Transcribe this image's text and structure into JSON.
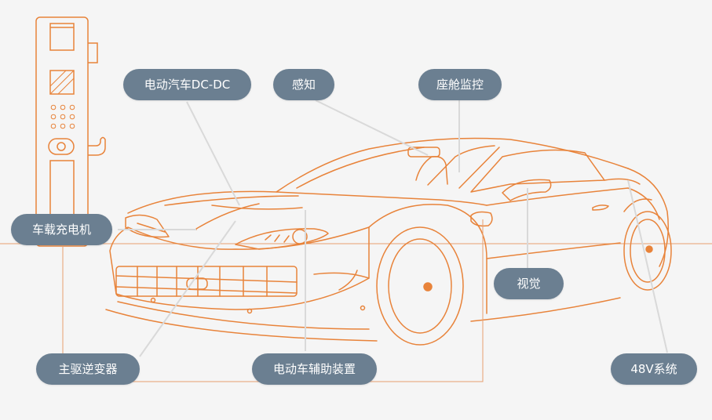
{
  "labels": {
    "dcdc": "电动汽车DC-DC",
    "sensing": "感知",
    "cabin": "座舱监控",
    "obc": "车载充电机",
    "vision": "视觉",
    "inverter": "主驱逆变器",
    "aux": "电动车辅助装置",
    "v48": "48V系统"
  },
  "colors": {
    "background": "#f5f5f5",
    "car_outline": "#e8833a",
    "label_fill": "#6b7f91",
    "label_text": "#ffffff",
    "leader_line": "#d9d9d9"
  },
  "icons": {
    "charger": "ev-charging-station-icon",
    "car": "sports-car-outline"
  }
}
